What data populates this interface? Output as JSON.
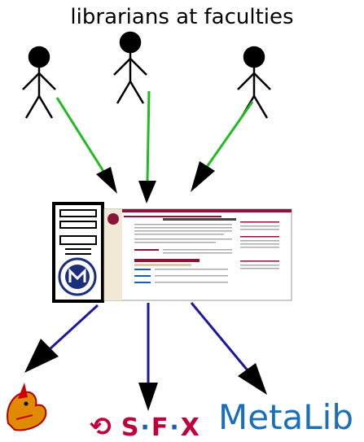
{
  "title": "librarians at faculties",
  "products": {
    "sfx_mark": "⟲",
    "sfx_letters": [
      "S",
      "F",
      "X"
    ],
    "metalib": "MetaLib"
  },
  "colors": {
    "green_arrow": "#22bb22",
    "blue_arrow": "#1a1a9a",
    "portal_accent": "#8a1538",
    "sfx": "#c0003c",
    "metalib": "#1b6fb8",
    "university_blue": "#1c2f7a"
  },
  "icons": [
    "stick-figure-icon",
    "server-tower-icon",
    "university-seal-icon",
    "griffin-logo-icon",
    "sfx-logo",
    "metalib-logo"
  ]
}
